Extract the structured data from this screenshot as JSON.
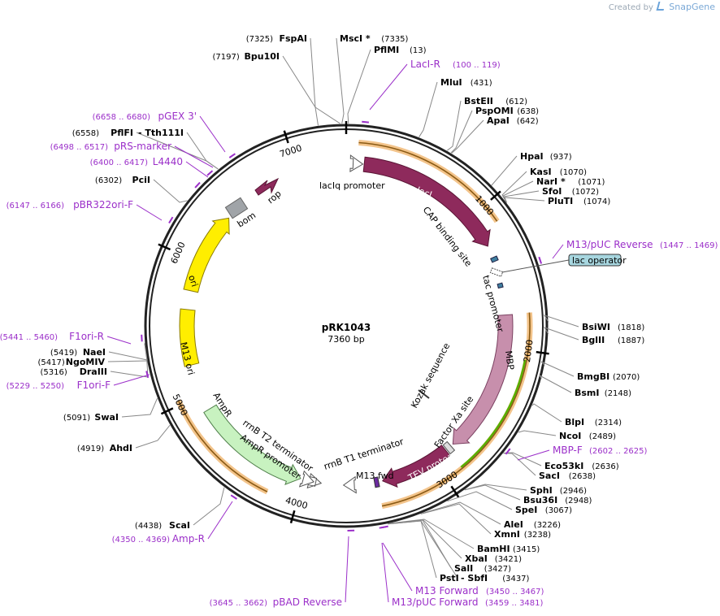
{
  "header": {
    "created_by": "Created by",
    "brand": "SnapGene"
  },
  "plasmid": {
    "name": "pRK1043",
    "length_label": "7360 bp",
    "length": 7360
  },
  "colors": {
    "backbone": "#222222",
    "enzyme_text": "#111111",
    "primer": "#9b2fc9",
    "feature_protein": "#8e2a5c",
    "mbp": "#c78fac",
    "ori": "#ffee00",
    "ampr": "#c8f2c0",
    "bom": "#a0a4a8",
    "cds_highlight": "#f3c48b",
    "orf_stroke": "#8a5a14",
    "green_strand": "#55b000",
    "lac_operator_fill": "#a7d6df"
  },
  "ticks": [
    {
      "bp": 0,
      "label": ""
    },
    {
      "bp": 1000,
      "label": "1000"
    },
    {
      "bp": 2000,
      "label": "2000"
    },
    {
      "bp": 3000,
      "label": "3000"
    },
    {
      "bp": 4000,
      "label": "4000"
    },
    {
      "bp": 5000,
      "label": "5000"
    },
    {
      "bp": 6000,
      "label": "6000"
    },
    {
      "bp": 7000,
      "label": "7000"
    }
  ],
  "enzymes": [
    {
      "name": "FspAI",
      "pos": "(7325)",
      "bp": 7325,
      "num_side": "left"
    },
    {
      "name": "Bpu10I",
      "pos": "(7197)",
      "bp": 7197,
      "num_side": "left"
    },
    {
      "name": "MscI *",
      "pos": "(7335)",
      "bp": 7335,
      "num_side": "right"
    },
    {
      "name": "PflMI",
      "pos": "(13)",
      "bp": 13,
      "num_side": "right"
    },
    {
      "name": "MluI",
      "pos": "(431)",
      "bp": 431,
      "num_side": "right"
    },
    {
      "name": "BstEII",
      "pos": "(612)",
      "bp": 612,
      "num_side": "right"
    },
    {
      "name": "PspOMI",
      "pos": "(638)",
      "bp": 638,
      "num_side": "right"
    },
    {
      "name": "ApaI",
      "pos": "(642)",
      "bp": 642,
      "num_side": "right"
    },
    {
      "name": "HpaI",
      "pos": "(937)",
      "bp": 937,
      "num_side": "right"
    },
    {
      "name": "KasI",
      "pos": "(1070)",
      "bp": 1070,
      "num_side": "right"
    },
    {
      "name": "NarI *",
      "pos": "(1071)",
      "bp": 1071,
      "num_side": "right"
    },
    {
      "name": "SfoI",
      "pos": "(1072)",
      "bp": 1072,
      "num_side": "right"
    },
    {
      "name": "PluTI",
      "pos": "(1074)",
      "bp": 1074,
      "num_side": "right"
    },
    {
      "name": "BsiWI",
      "pos": "(1818)",
      "bp": 1818,
      "num_side": "right"
    },
    {
      "name": "BglII",
      "pos": "(1887)",
      "bp": 1887,
      "num_side": "right"
    },
    {
      "name": "BmgBI",
      "pos": "(2070)",
      "bp": 2070,
      "num_side": "right"
    },
    {
      "name": "BsmI",
      "pos": "(2148)",
      "bp": 2148,
      "num_side": "right"
    },
    {
      "name": "BlpI",
      "pos": "(2314)",
      "bp": 2314,
      "num_side": "right"
    },
    {
      "name": "NcoI",
      "pos": "(2489)",
      "bp": 2489,
      "num_side": "right"
    },
    {
      "name": "Eco53kI",
      "pos": "(2636)",
      "bp": 2636,
      "num_side": "right"
    },
    {
      "name": "SacI",
      "pos": "(2638)",
      "bp": 2638,
      "num_side": "right"
    },
    {
      "name": "SphI",
      "pos": "(2946)",
      "bp": 2946,
      "num_side": "right"
    },
    {
      "name": "Bsu36I",
      "pos": "(2948)",
      "bp": 2948,
      "num_side": "right"
    },
    {
      "name": "SpeI",
      "pos": "(3067)",
      "bp": 3067,
      "num_side": "right"
    },
    {
      "name": "AleI",
      "pos": "(3226)",
      "bp": 3226,
      "num_side": "right"
    },
    {
      "name": "XmnI",
      "pos": "(3238)",
      "bp": 3238,
      "num_side": "right"
    },
    {
      "name": "BamHI",
      "pos": "(3415)",
      "bp": 3415,
      "num_side": "right"
    },
    {
      "name": "XbaI",
      "pos": "(3421)",
      "bp": 3421,
      "num_side": "right"
    },
    {
      "name": "SalI",
      "pos": "(3427)",
      "bp": 3427,
      "num_side": "right"
    },
    {
      "name": "PstI",
      "pos": "",
      "bp": 3437,
      "num_side": "right"
    },
    {
      "name": "- SbfI",
      "pos": "(3437)",
      "bp": 3437,
      "num_side": "right"
    },
    {
      "name": "ScaI",
      "pos": "(4438)",
      "bp": 4438,
      "num_side": "left"
    },
    {
      "name": "AhdI",
      "pos": "(4919)",
      "bp": 4919,
      "num_side": "left"
    },
    {
      "name": "SwaI",
      "pos": "(5091)",
      "bp": 5091,
      "num_side": "left"
    },
    {
      "name": "DraIII",
      "pos": "(5316)",
      "bp": 5316,
      "num_side": "left"
    },
    {
      "name": "NgoMIV",
      "pos": "(5417)",
      "bp": 5417,
      "num_side": "left"
    },
    {
      "name": "NaeI",
      "pos": "(5419)",
      "bp": 5419,
      "num_side": "left"
    },
    {
      "name": "PciI",
      "pos": "(6302)",
      "bp": 6302,
      "num_side": "left"
    },
    {
      "name": "PflFI",
      "pos": "(6558)",
      "bp": 6558,
      "num_side": "left"
    },
    {
      "name": "- Tth111I",
      "pos": "",
      "bp": 6558,
      "num_side": "left"
    }
  ],
  "primers": [
    {
      "name": "LacI-R",
      "range": "(100 .. 119)",
      "bp": 110,
      "side": "right"
    },
    {
      "name": "M13/pUC Reverse",
      "range": "(1447 .. 1469)",
      "bp": 1458,
      "side": "right"
    },
    {
      "name": "MBP-F",
      "range": "(2602 .. 2625)",
      "bp": 2613,
      "side": "right"
    },
    {
      "name": "M13 Forward",
      "range": "(3450 .. 3467)",
      "bp": 3458,
      "side": "right"
    },
    {
      "name": "M13/pUC Forward",
      "range": "(3459 .. 3481)",
      "bp": 3470,
      "side": "right"
    },
    {
      "name": "pBAD Reverse",
      "range": "(3645 .. 3662)",
      "bp": 3653,
      "side": "left"
    },
    {
      "name": "Amp-R",
      "range": "(4350 .. 4369)",
      "bp": 4360,
      "side": "left"
    },
    {
      "name": "F1ori-F",
      "range": "(5229 .. 5250)",
      "bp": 5240,
      "side": "left"
    },
    {
      "name": "F1ori-R",
      "range": "(5441 .. 5460)",
      "bp": 5450,
      "side": "left"
    },
    {
      "name": "pBR322ori-F",
      "range": "(6147 .. 6166)",
      "bp": 6156,
      "side": "left"
    },
    {
      "name": "L4440",
      "range": "(6400 .. 6417)",
      "bp": 6408,
      "side": "left"
    },
    {
      "name": "pRS-marker",
      "range": "(6498 .. 6517)",
      "bp": 6507,
      "side": "left"
    },
    {
      "name": "pGEX 3'",
      "range": "(6658 .. 6680)",
      "bp": 6669,
      "side": "left"
    }
  ],
  "features": {
    "lacIq_promoter": "lacIq promoter",
    "lacI": "lacI",
    "cap_site": "CAP binding site",
    "lac_operator": "lac operator",
    "tac_promoter": "tac promoter",
    "mbp": "MBP",
    "kozak": "Kozak sequence",
    "factor_xa": "Factor Xa site",
    "tev": "TEV protease",
    "m13_fwd": "M13 fwd",
    "rrnb_t1": "rrnB T1 terminator",
    "rrnb_t2": "rrnB T2 terminator",
    "ampr_promoter": "AmpR promoter",
    "ampr": "AmpR",
    "m13_ori": "M13 ori",
    "ori": "ori",
    "bom": "bom",
    "rop": "rop"
  }
}
